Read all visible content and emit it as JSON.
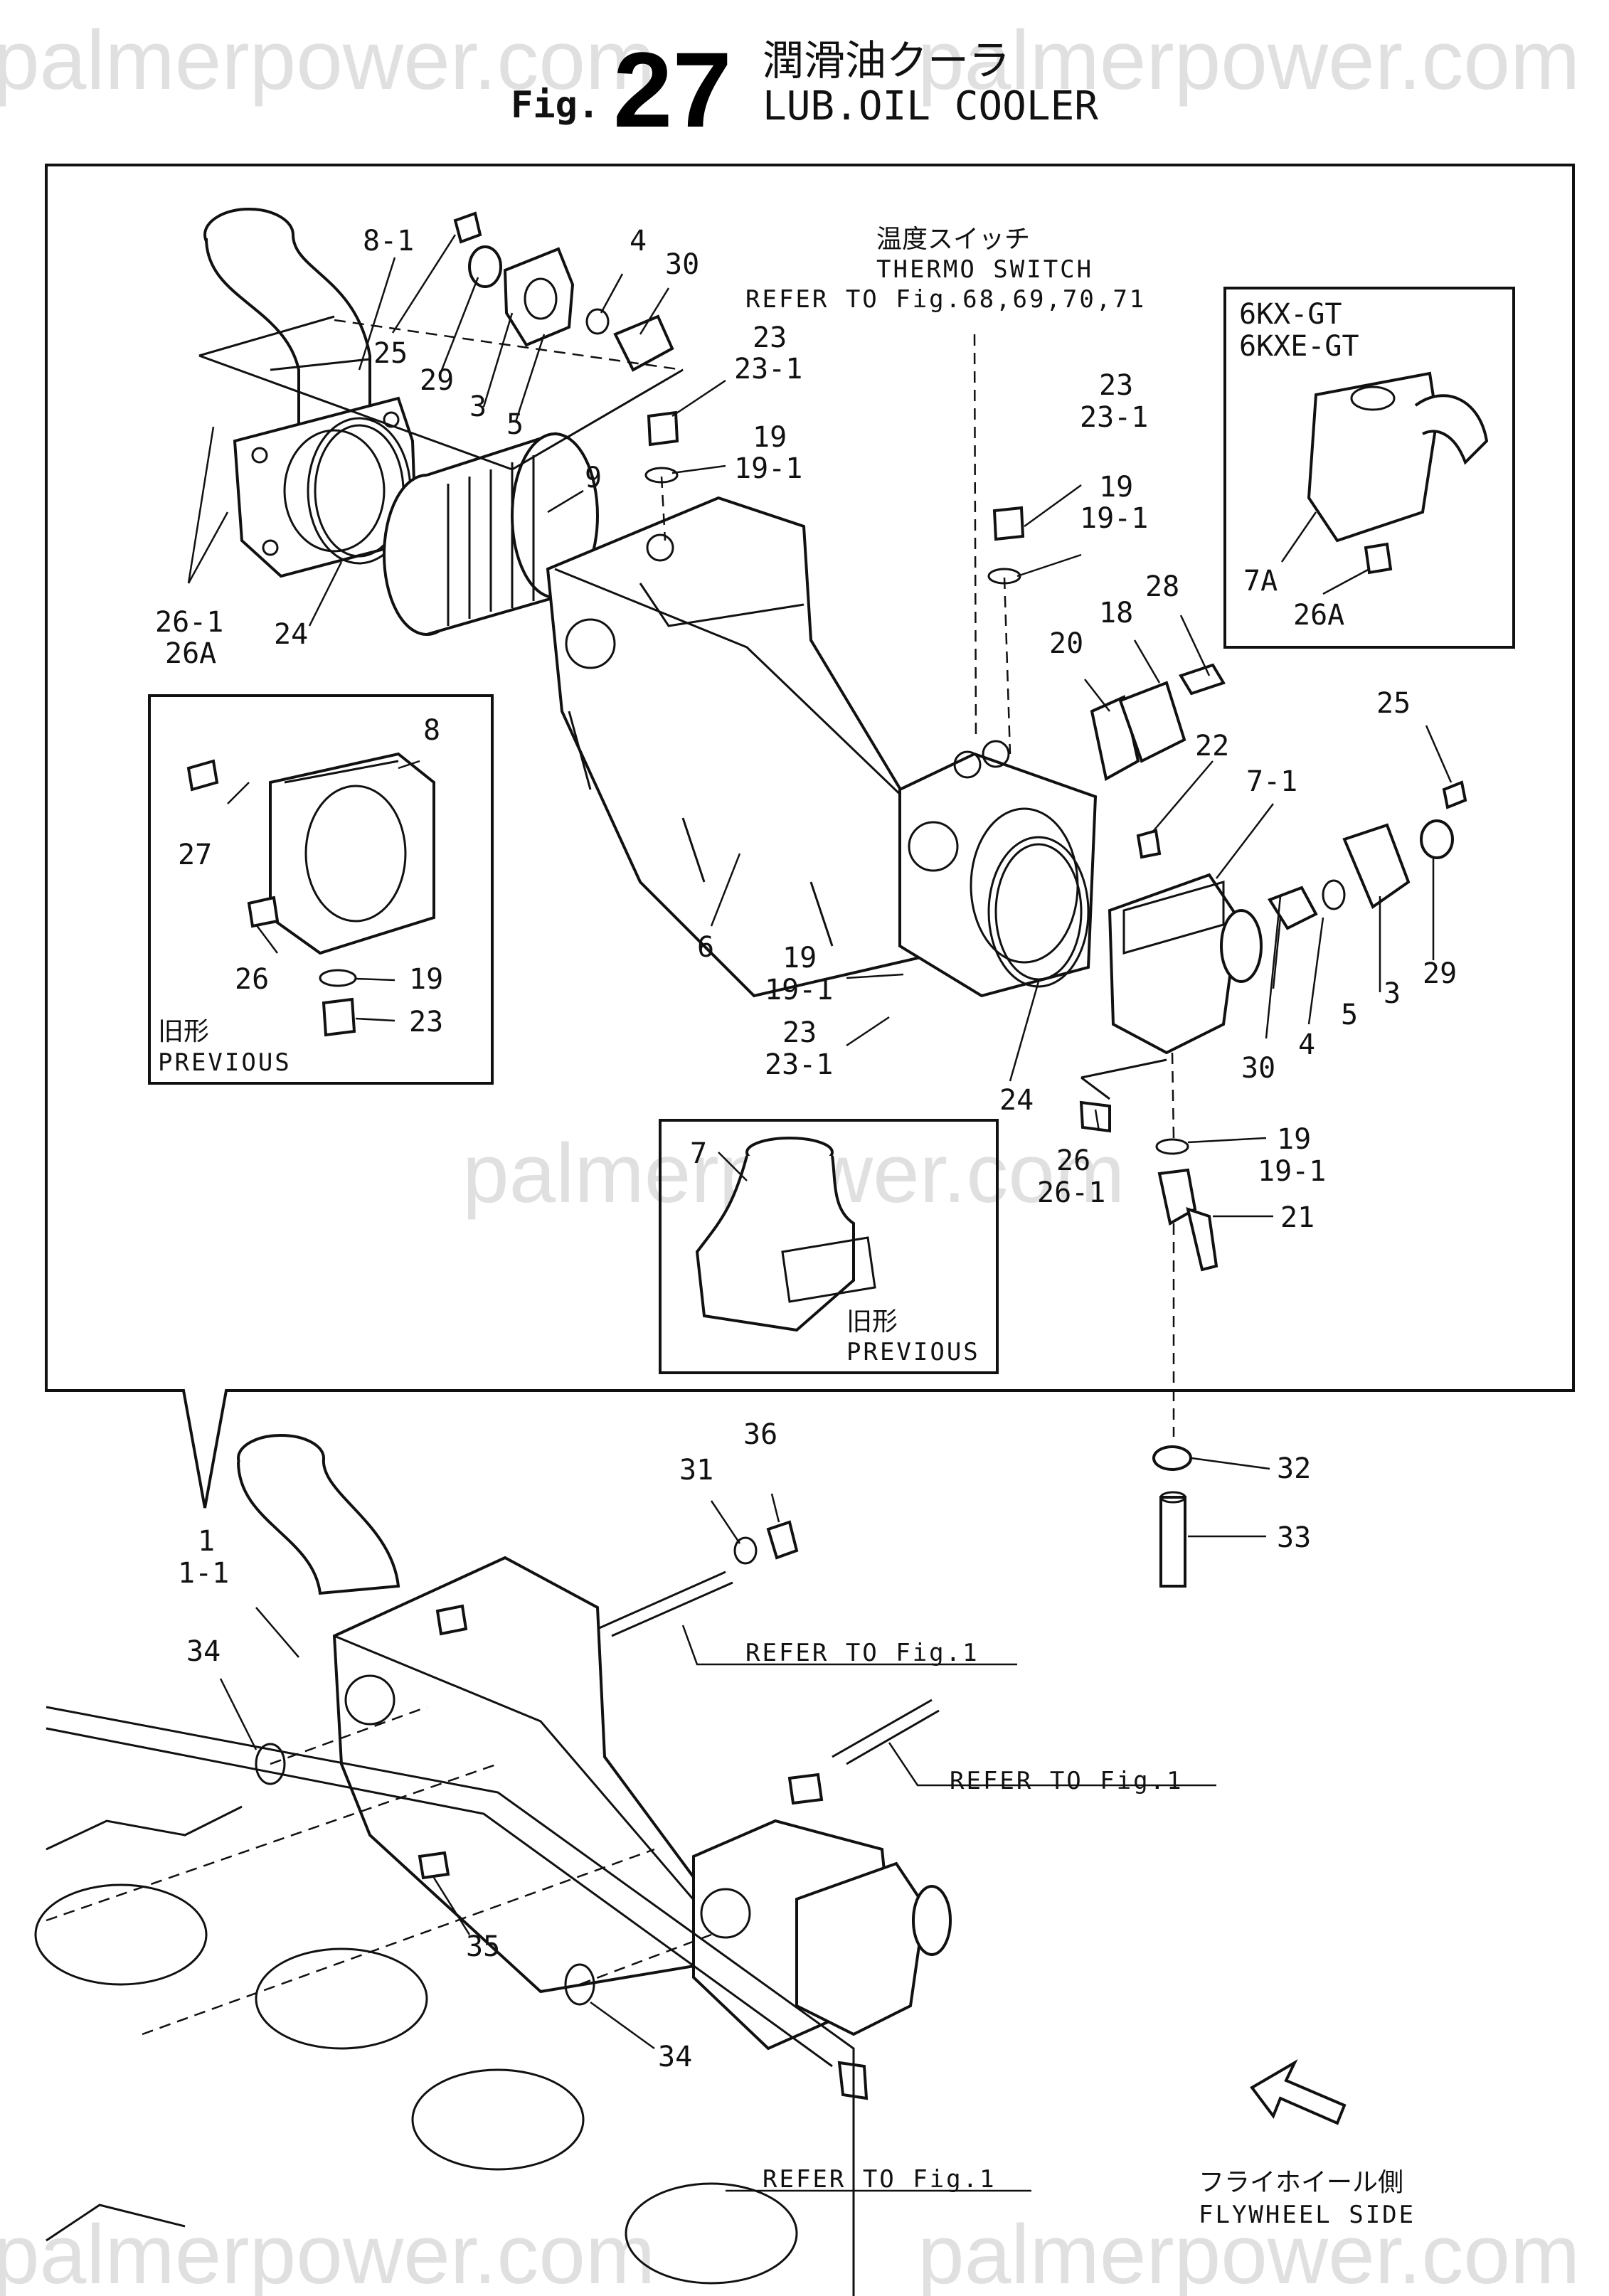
{
  "watermark": "palmerpower.com",
  "title": {
    "fig_prefix": "Fig.",
    "fig_number": "27",
    "name_jp": "潤滑油クーラ",
    "name_en": "LUB.OIL COOLER"
  },
  "notes": {
    "thermo_jp": "温度スイッチ",
    "thermo_en": "THERMO SWITCH",
    "thermo_ref": "REFER TO Fig.68,69,70,71",
    "previous_jp": "旧形",
    "previous_en": "PREVIOUS",
    "variant_1": "6KX-GT",
    "variant_2": "6KXE-GT",
    "refer_fig1": "REFER TO Fig.1",
    "flywheel_jp": "フライホイール側",
    "flywheel_en": "FLYWHEEL SIDE"
  },
  "labels": {
    "l_8_1": "8-1",
    "l_4_top": "4",
    "l_30_top": "30",
    "l_25_top": "25",
    "l_29_top": "29",
    "l_3_top": "3",
    "l_5_top": "5",
    "l_23_a": "23",
    "l_23_1_a": "23-1",
    "l_19_a": "19",
    "l_19_1_a": "19-1",
    "l_9": "9",
    "l_26_1": "26-1",
    "l_26a": "26A",
    "l_24_left": "24",
    "l_23_b": "23",
    "l_23_1_b": "23-1",
    "l_19_b": "19",
    "l_19_1_b": "19-1",
    "l_28": "28",
    "l_18": "18",
    "l_20": "20",
    "l_22": "22",
    "l_7_1": "7-1",
    "l_25_right": "25",
    "l_7a": "7A",
    "l_26a_box": "26A",
    "l_8": "8",
    "l_27": "27",
    "l_26_prev": "26",
    "l_19_prev": "19",
    "l_23_prev": "23",
    "l_6": "6",
    "l_19_c": "19",
    "l_19_1_c": "19-1",
    "l_23_c": "23",
    "l_23_1_c": "23-1",
    "l_24_right": "24",
    "l_5_right": "5",
    "l_3_right": "3",
    "l_29_right": "29",
    "l_4_right": "4",
    "l_30_right": "30",
    "l_26_low": "26",
    "l_26_1_low": "26-1",
    "l_19_d": "19",
    "l_19_1_d": "19-1",
    "l_21": "21",
    "l_7": "7",
    "l_32": "32",
    "l_33": "33",
    "l_36": "36",
    "l_31": "31",
    "l_1": "1",
    "l_1_1": "1-1",
    "l_34_top": "34",
    "l_35": "35",
    "l_34_bot": "34"
  }
}
